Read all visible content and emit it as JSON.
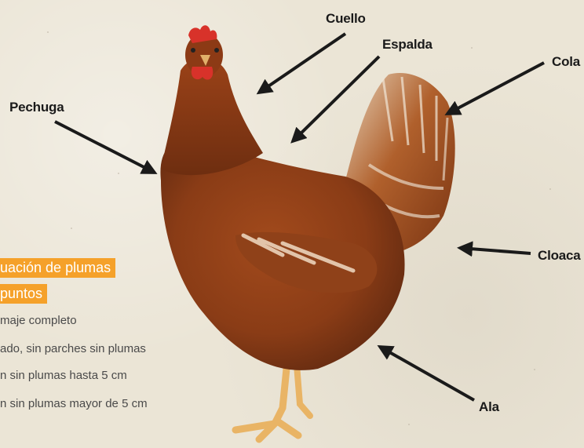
{
  "labels": {
    "cuello": "Cuello",
    "espalda": "Espalda",
    "cola": "Cola",
    "pechuga": "Pechuga",
    "cloaca": "Cloaca",
    "ala": "Ala"
  },
  "panel": {
    "title_line1": "uación de plumas",
    "title_line2": "puntos",
    "items": [
      "maje completo",
      "ado, sin parches sin plumas",
      "n sin plumas hasta 5 cm",
      "n sin plumas mayor de 5 cm"
    ]
  },
  "colors": {
    "background": "#ebe5d6",
    "panel_accent": "#f5a12a",
    "hen_feather": "#8b3e17",
    "comb": "#d8322a",
    "feet": "#e9b465",
    "arrow": "#1a1a1a"
  }
}
